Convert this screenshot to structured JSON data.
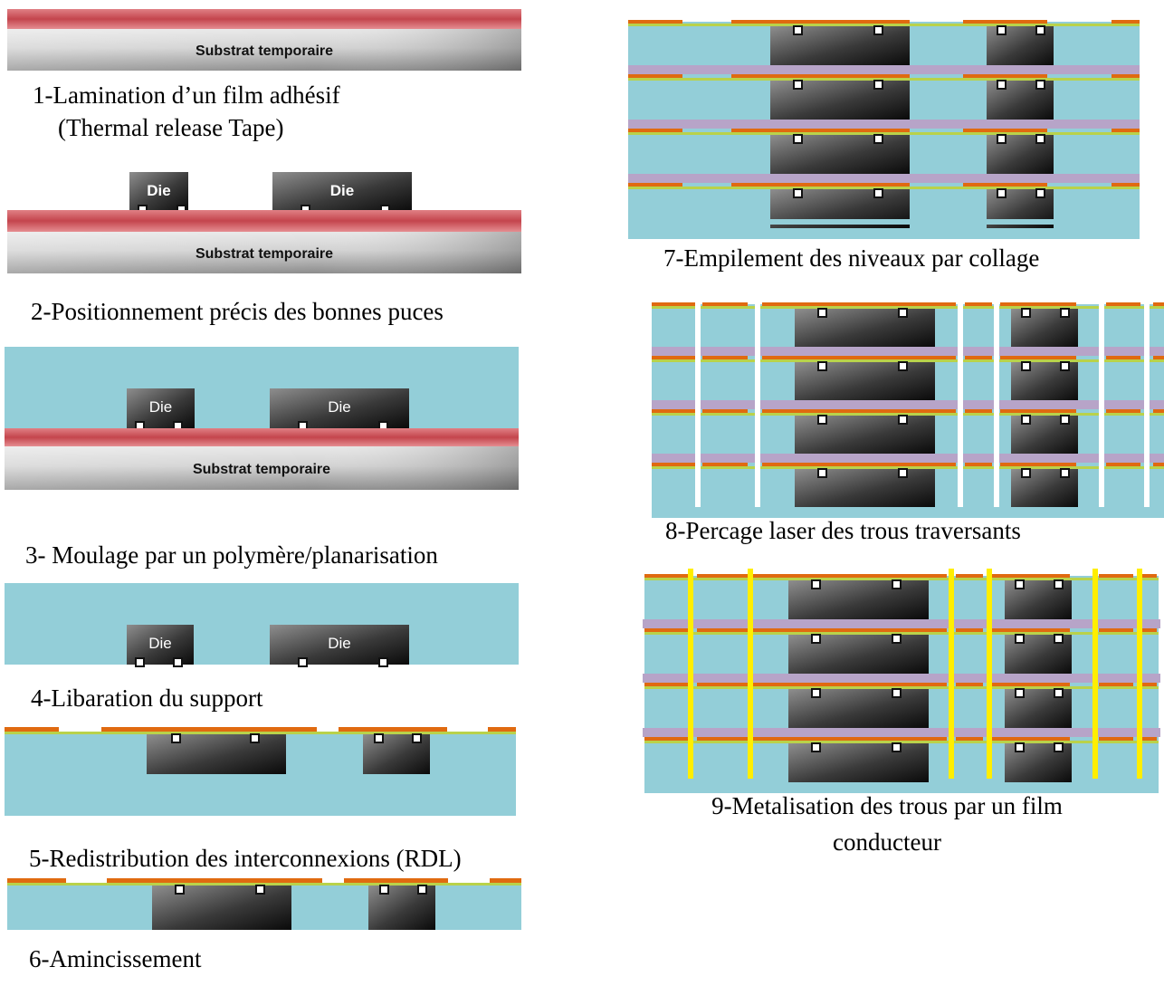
{
  "labels": {
    "substrate": "Substrat temporaire",
    "die": "Die"
  },
  "steps": [
    {
      "line1": "1-Lamination d’un film adhésif",
      "line2": "(Thermal release Tape)"
    },
    {
      "line1": "2-Positionnement précis des bonnes puces"
    },
    {
      "line1": "3- Moulage par un polymère/planarisation"
    },
    {
      "line1": "4-Libaration du support"
    },
    {
      "line1": "5-Redistribution des interconnexions (RDL)"
    },
    {
      "line1": "6-Amincissement"
    },
    {
      "line1": "7-Empilement des niveaux par collage"
    },
    {
      "line1": "8-Percage laser des trous traversants"
    },
    {
      "line1": "9-Metalisation des trous par un film",
      "line2": "conducteur"
    }
  ],
  "colors": {
    "mold": "#93ced8",
    "adhesive": "#d9676e",
    "substrate_light": "#e4e4e4",
    "substrate_dark": "#7d7d7d",
    "die_light": "#8a8a8a",
    "die_dark": "#0e0e0e",
    "rdl_orange": "#e06a10",
    "rdl_green": "#b9d24a",
    "bond_layer": "#b7a4c8",
    "via_metal": "#ffee00"
  }
}
